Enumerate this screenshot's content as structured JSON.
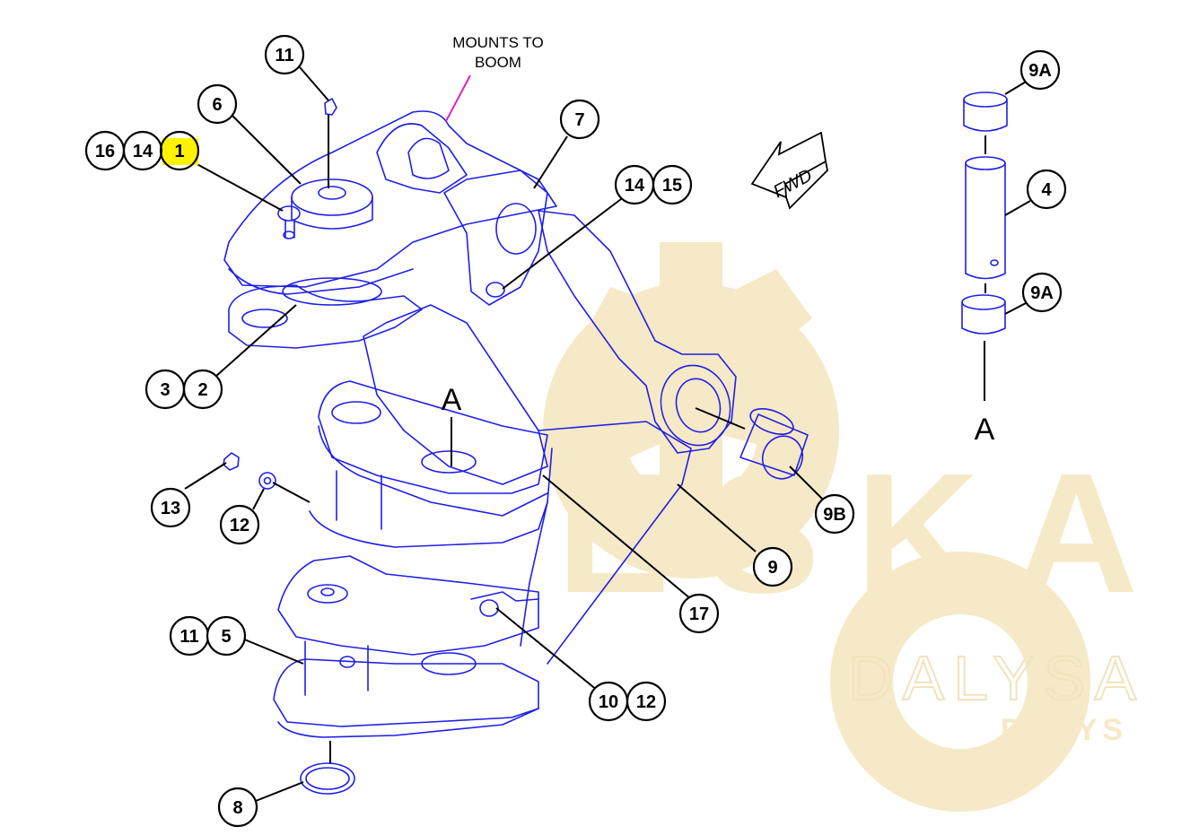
{
  "labels": {
    "mounts_to_line1": "MOUNTS TO",
    "mounts_to_line2": "BOOM",
    "fwd": "FWD",
    "section_a_center": "A",
    "section_a_right": "A"
  },
  "watermark": {
    "brand": "ESKA",
    "sub_outline": "DALYSA",
    "sub_small": "DALYS"
  },
  "callouts": {
    "c11_top": "11",
    "c6": "6",
    "c16": "16",
    "c14a": "14",
    "c1": "1",
    "c7": "7",
    "c14b": "14",
    "c15": "15",
    "c3": "3",
    "c2": "2",
    "c13": "13",
    "c12a": "12",
    "c11b": "11",
    "c5": "5",
    "c8": "8",
    "c17": "17",
    "c9": "9",
    "c10": "10",
    "c12b": "12",
    "c9a_top": "9A",
    "c4": "4",
    "c9a_bottom": "9A",
    "c9b": "9B"
  },
  "colors": {
    "part_lines": "#1f1fe6",
    "highlight": "#fff200",
    "watermark": "#f3e2b5",
    "leader_mounts": "#e020c0"
  }
}
